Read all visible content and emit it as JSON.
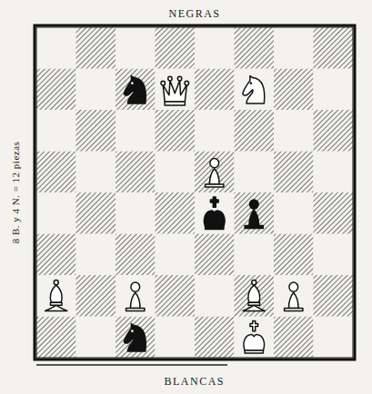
{
  "diagram": {
    "labels": [
      "NEGRAS",
      "8 B. y 4 N. = 12 piezas",
      "BLANCAS"
    ]
  }
}
